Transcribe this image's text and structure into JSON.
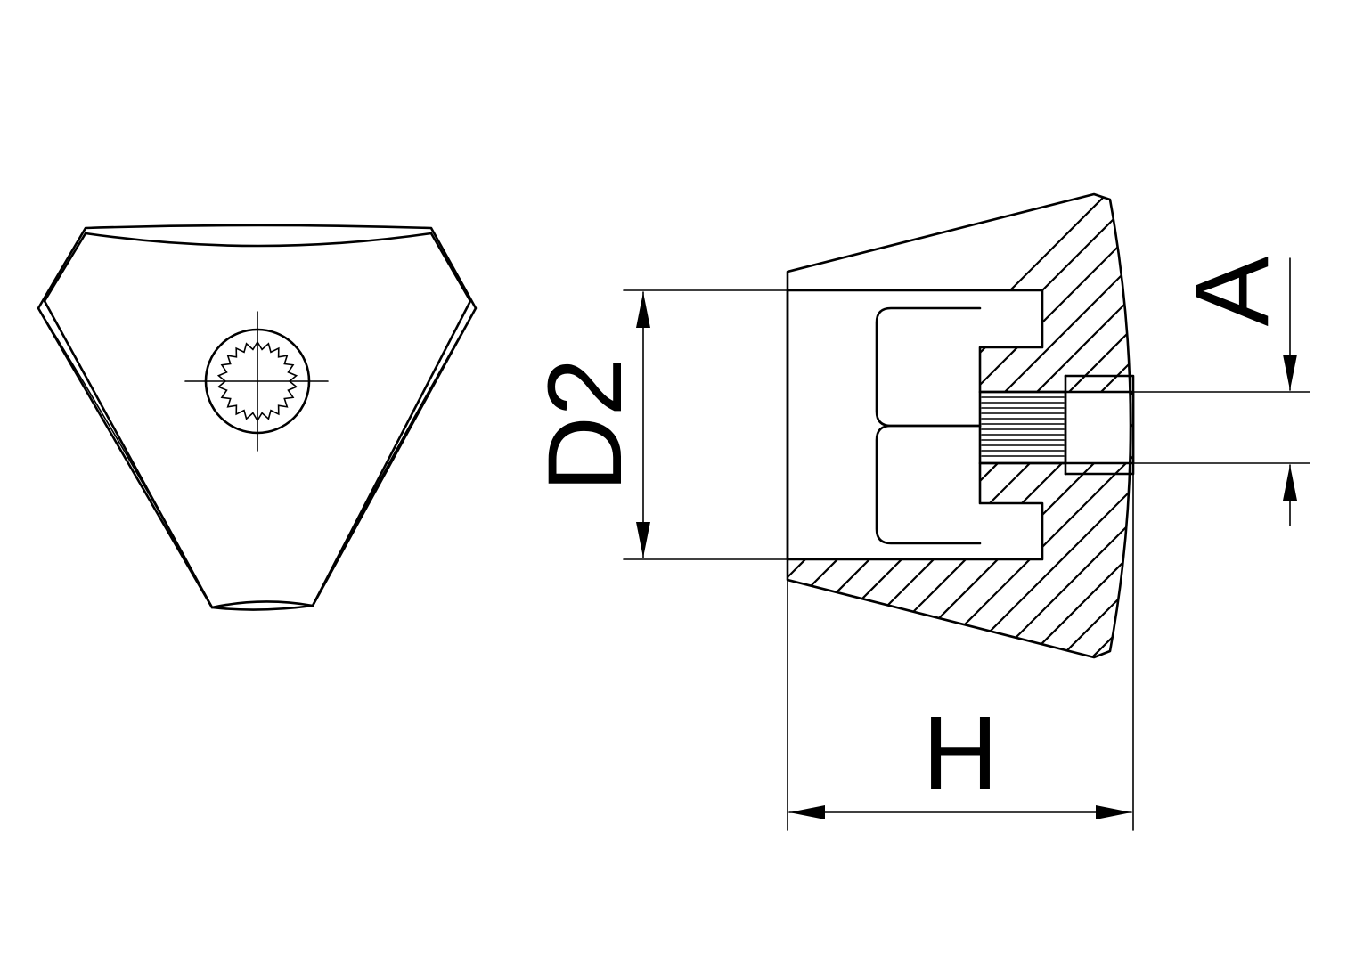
{
  "drawing": {
    "type": "technical-drawing",
    "views": [
      "top-view",
      "cross-section"
    ],
    "line_color": "#000000",
    "background": "#ffffff"
  },
  "dimensions": {
    "d2": "D2",
    "h": "H",
    "a": "A"
  }
}
